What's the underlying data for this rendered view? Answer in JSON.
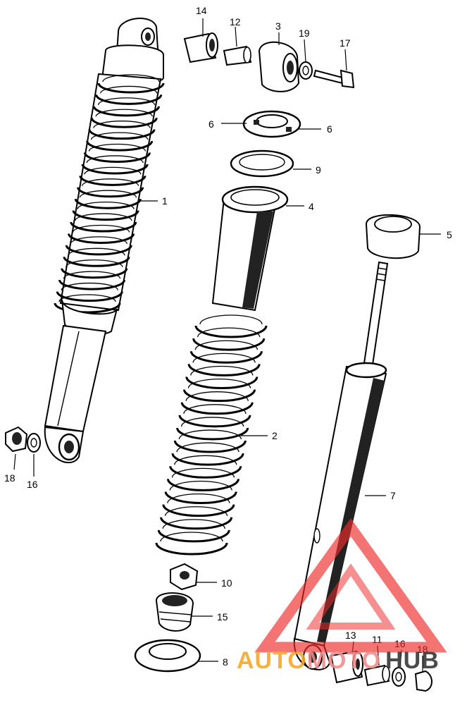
{
  "callouts": [
    {
      "id": "14",
      "label": "14"
    },
    {
      "id": "12",
      "label": "12"
    },
    {
      "id": "3",
      "label": "3"
    },
    {
      "id": "19",
      "label": "19"
    },
    {
      "id": "17",
      "label": "17"
    },
    {
      "id": "6a",
      "label": "6"
    },
    {
      "id": "6b",
      "label": "6"
    },
    {
      "id": "9",
      "label": "9"
    },
    {
      "id": "4",
      "label": "4"
    },
    {
      "id": "5",
      "label": "5"
    },
    {
      "id": "1",
      "label": "1"
    },
    {
      "id": "2",
      "label": "2"
    },
    {
      "id": "7",
      "label": "7"
    },
    {
      "id": "18a",
      "label": "18"
    },
    {
      "id": "16a",
      "label": "16"
    },
    {
      "id": "10",
      "label": "10"
    },
    {
      "id": "15",
      "label": "15"
    },
    {
      "id": "8",
      "label": "8"
    },
    {
      "id": "13",
      "label": "13"
    },
    {
      "id": "11",
      "label": "11"
    },
    {
      "id": "16b",
      "label": "16"
    },
    {
      "id": "18b",
      "label": "18"
    }
  ],
  "watermark": {
    "text_a": "AUTO",
    "text_b": "MOTO",
    "text_c": "HUB",
    "color_a": "#f5a623",
    "color_b": "#f08a8a",
    "color_c": "#333333",
    "triangle_color": "#ee2b2b"
  }
}
